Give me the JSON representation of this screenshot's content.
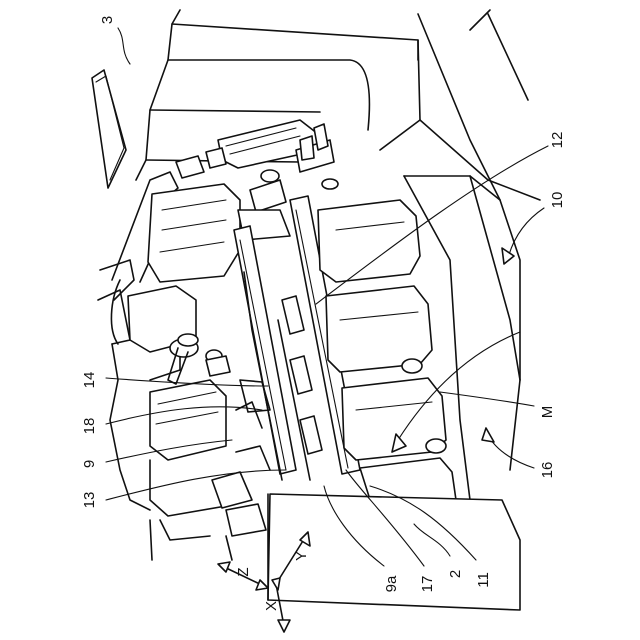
{
  "figure": {
    "labels": [
      {
        "id": "l3",
        "text": "3"
      },
      {
        "id": "l12",
        "text": "12"
      },
      {
        "id": "l10",
        "text": "10"
      },
      {
        "id": "l14",
        "text": "14"
      },
      {
        "id": "l18",
        "text": "18"
      },
      {
        "id": "l9",
        "text": "9"
      },
      {
        "id": "l13",
        "text": "13"
      },
      {
        "id": "lM",
        "text": "M"
      },
      {
        "id": "l16",
        "text": "16"
      },
      {
        "id": "l9a",
        "text": "9a"
      },
      {
        "id": "l17",
        "text": "17"
      },
      {
        "id": "l2",
        "text": "2"
      },
      {
        "id": "l11",
        "text": "11"
      }
    ],
    "axes": {
      "x": "X",
      "y": "Y",
      "z": "Z"
    }
  }
}
